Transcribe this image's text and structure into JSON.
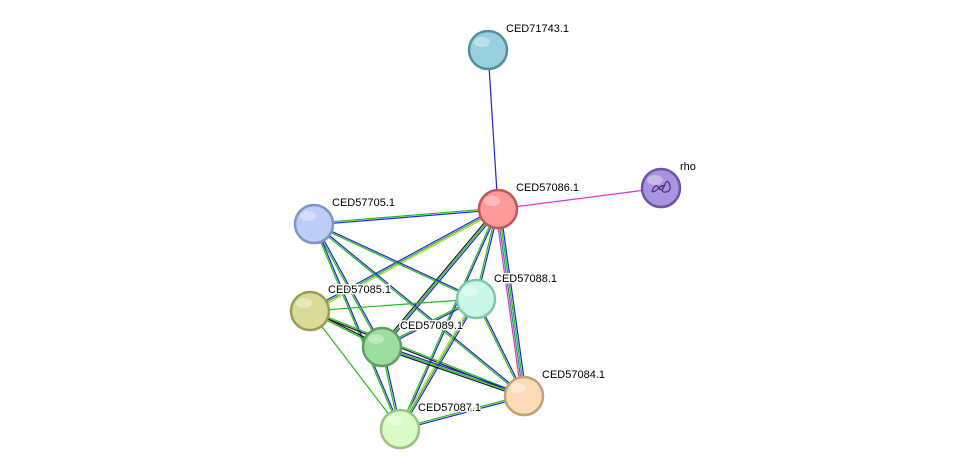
{
  "nodes": [
    {
      "id": "CED71743.1",
      "label": "CED71743.1",
      "fill": "#99d0dd",
      "stroke": "#56909e"
    },
    {
      "id": "rho",
      "label": "rho",
      "fill": "#a895df",
      "stroke": "#6b55a6",
      "icon": "protein-structure-icon"
    },
    {
      "id": "CED57086.1",
      "label": "CED57086.1",
      "fill": "#fd9a9a",
      "stroke": "#c05858"
    },
    {
      "id": "CED57705.1",
      "label": "CED57705.1",
      "fill": "#bccdf6",
      "stroke": "#7f93c4"
    },
    {
      "id": "CED57088.1",
      "label": "CED57088.1",
      "fill": "#c9f8e8",
      "stroke": "#82c6b0"
    },
    {
      "id": "CED57085.1",
      "label": "CED57085.1",
      "fill": "#d8dc96",
      "stroke": "#9a9e55"
    },
    {
      "id": "CED57089.1",
      "label": "CED57089.1",
      "fill": "#9ddda0",
      "stroke": "#5f9e62"
    },
    {
      "id": "CED57084.1",
      "label": "CED57084.1",
      "fill": "#fcdcb8",
      "stroke": "#c4a078"
    },
    {
      "id": "CED57087.1",
      "label": "CED57087.1",
      "fill": "#dbfbc6",
      "stroke": "#9cc086"
    }
  ],
  "edge_colors": {
    "blue": "#2323d6",
    "green": "#1ebf1e",
    "black": "#1a1a1a",
    "yellow": "#c8c83c",
    "magenta": "#d535d5",
    "purple": "#4b2a8a",
    "teal": "#2a8a8a"
  },
  "edges": [
    {
      "source": "CED71743.1",
      "target": "CED57086.1",
      "types": [
        "blue"
      ]
    },
    {
      "source": "rho",
      "target": "CED57086.1",
      "types": [
        "magenta"
      ]
    },
    {
      "source": "CED57086.1",
      "target": "CED57705.1",
      "types": [
        "blue",
        "green"
      ]
    },
    {
      "source": "CED57086.1",
      "target": "CED57088.1",
      "types": [
        "blue",
        "green"
      ]
    },
    {
      "source": "CED57086.1",
      "target": "CED57085.1",
      "types": [
        "yellow",
        "green",
        "blue"
      ]
    },
    {
      "source": "CED57086.1",
      "target": "CED57089.1",
      "types": [
        "blue",
        "green",
        "black"
      ]
    },
    {
      "source": "CED57086.1",
      "target": "CED57084.1",
      "types": [
        "blue",
        "green",
        "teal",
        "magenta"
      ]
    },
    {
      "source": "CED57086.1",
      "target": "CED57087.1",
      "types": [
        "blue",
        "green"
      ]
    },
    {
      "source": "CED57705.1",
      "target": "CED57088.1",
      "types": [
        "blue",
        "green"
      ]
    },
    {
      "source": "CED57705.1",
      "target": "CED57089.1",
      "types": [
        "blue",
        "green"
      ]
    },
    {
      "source": "CED57705.1",
      "target": "CED57084.1",
      "types": [
        "blue",
        "green"
      ]
    },
    {
      "source": "CED57705.1",
      "target": "CED57087.1",
      "types": [
        "blue",
        "green"
      ]
    },
    {
      "source": "CED57085.1",
      "target": "CED57088.1",
      "types": [
        "green"
      ]
    },
    {
      "source": "CED57085.1",
      "target": "CED57089.1",
      "types": [
        "black",
        "green"
      ]
    },
    {
      "source": "CED57085.1",
      "target": "CED57084.1",
      "types": [
        "green",
        "black"
      ]
    },
    {
      "source": "CED57085.1",
      "target": "CED57087.1",
      "types": [
        "green"
      ]
    },
    {
      "source": "CED57088.1",
      "target": "CED57089.1",
      "types": [
        "blue",
        "green"
      ]
    },
    {
      "source": "CED57088.1",
      "target": "CED57084.1",
      "types": [
        "blue",
        "green"
      ]
    },
    {
      "source": "CED57088.1",
      "target": "CED57087.1",
      "types": [
        "blue",
        "green",
        "yellow"
      ]
    },
    {
      "source": "CED57089.1",
      "target": "CED57084.1",
      "types": [
        "blue",
        "green",
        "black"
      ]
    },
    {
      "source": "CED57089.1",
      "target": "CED57087.1",
      "types": [
        "blue",
        "green"
      ]
    },
    {
      "source": "CED57084.1",
      "target": "CED57087.1",
      "types": [
        "blue",
        "green"
      ]
    }
  ]
}
